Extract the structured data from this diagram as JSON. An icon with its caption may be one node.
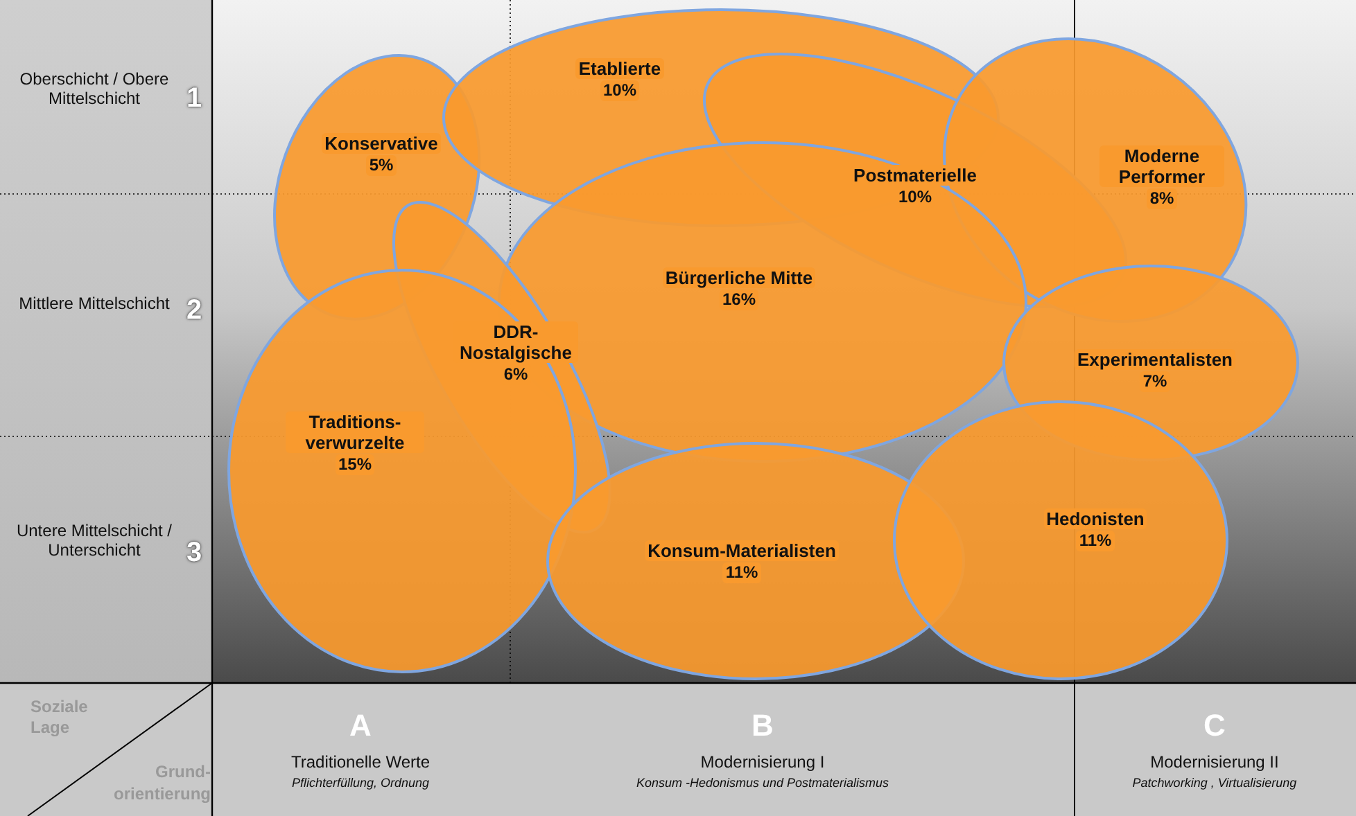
{
  "diagram": {
    "nodes": [
      {
        "text": [
          "Konservative",
          "5%"
        ]
      },
      {
        "text": [
          "Etablierte",
          "10%"
        ]
      },
      {
        "text": [
          "Postmaterielle",
          "10%"
        ]
      },
      {
        "text": [
          "Moderne Performer",
          "8%"
        ]
      },
      {
        "text": [
          "Bürgerliche Mitte",
          "16%"
        ]
      },
      {
        "text": [
          "Experimentalisten",
          "7%"
        ]
      },
      {
        "text": [
          "DDR-Nostalgische",
          "6%"
        ]
      },
      {
        "text": [
          "Traditions-verwurzelte",
          "15%"
        ]
      },
      {
        "text": [
          "Konsum-Materialisten",
          "11%"
        ]
      },
      {
        "text": [
          "Hedonisten",
          "11%"
        ]
      }
    ],
    "labels": [
      "Oberschicht / Obere Mittelschicht",
      "1",
      "Mittlere Mittelschicht",
      "2",
      "Untere Mittelschicht / Unterschicht",
      "3",
      "Soziale Lage",
      "Grund-orientierung",
      "A",
      "Traditionelle Werte",
      "Pflichterfüllung, Ordnung",
      "B",
      "Modernisierung I",
      "Konsum -Hedonismus und Postmaterialismus",
      "C",
      "Modernisierung II",
      "Patchworking , Virtualisierung"
    ]
  }
}
